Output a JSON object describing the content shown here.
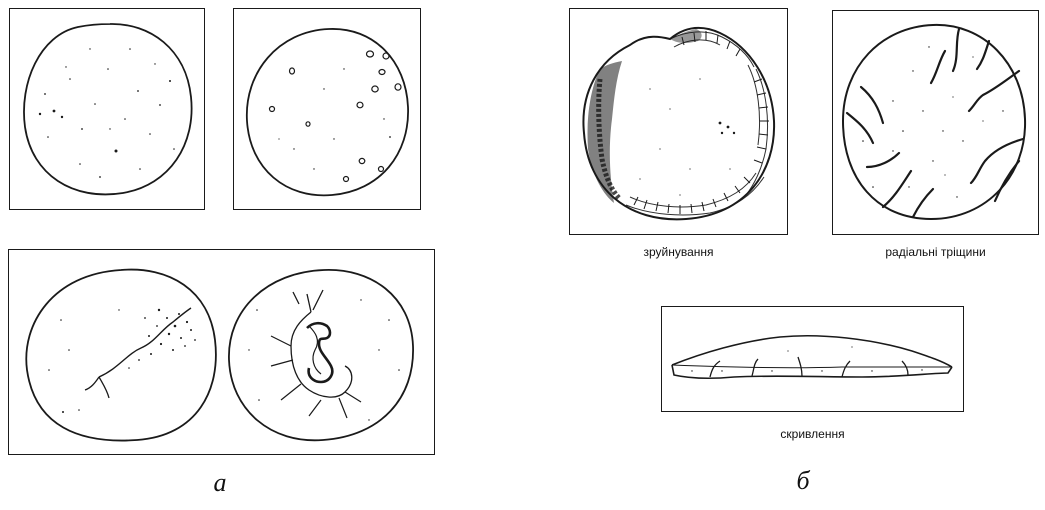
{
  "group_a": {
    "letter": "а"
  },
  "group_b": {
    "letter": "б",
    "captions": {
      "destruction": "зруйнування",
      "radial_cracks": "радіальні тріщини",
      "warping": "скривлення"
    }
  },
  "colors": {
    "ink": "#1a1a1a",
    "background": "#ffffff"
  }
}
